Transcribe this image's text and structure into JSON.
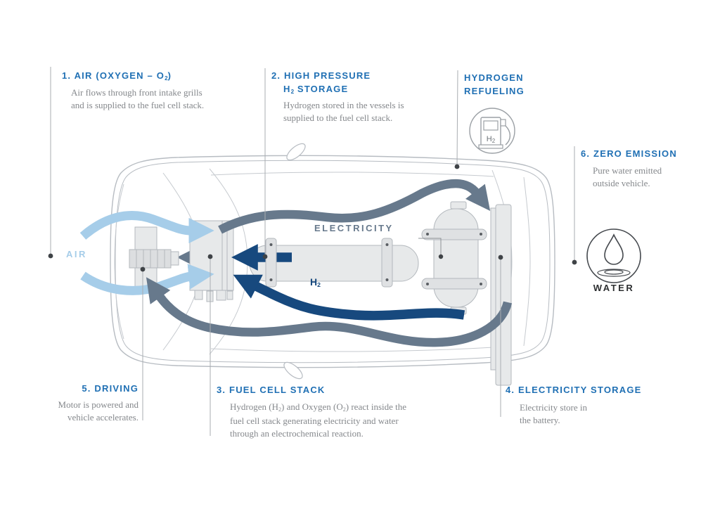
{
  "colors": {
    "heading_blue": "#2070b4",
    "body_text_gray": "#85888c",
    "air_light_blue": "#a6cde9",
    "hydrogen_navy": "#17497e",
    "electricity_slate": "#67798c",
    "car_outline_gray": "#b7bcc2",
    "component_fill": "#e7e9ea",
    "callout_line_gray": "#a9adb1"
  },
  "labels": {
    "air_intake": {
      "title_pre": "1. AIR (OXYGEN – O",
      "title_sub": "2",
      "title_post": ")",
      "desc": "Air flows through front intake grills\nand is supplied to the fuel cell stack."
    },
    "h2_storage": {
      "title_line1": "2. HIGH PRESSURE",
      "line2_pre": "H",
      "line2_sub": "2",
      "line2_post": " STORAGE",
      "desc": "Hydrogen stored in the vessels is\nsupplied to the fuel cell stack."
    },
    "refueling": {
      "title_line1": "HYDROGEN",
      "title_line2": "REFUELING"
    },
    "zero_emission": {
      "title": "6. ZERO EMISSION",
      "desc": "Pure water emitted\noutside vehicle."
    },
    "driving": {
      "title": "5. DRIVING",
      "desc": "Motor is powered and\nvehicle accelerates."
    },
    "fuel_cell": {
      "title": "3. FUEL CELL STACK",
      "desc_pre": "Hydrogen (H",
      "desc_sub1": "2",
      "desc_mid": ") and Oxygen (O",
      "desc_sub2": "2",
      "desc_post": ") react inside the\nfuel cell stack generating electricity and water\nthrough an electrochemical reaction."
    },
    "electricity_storage": {
      "title": "4. ELECTRICITY STORAGE",
      "desc": "Electricity store in\nthe battery."
    }
  },
  "flow": {
    "air": "AIR",
    "electricity": "ELECTRICITY",
    "h2_pre": "H",
    "h2_sub": "2",
    "water": "WATER"
  },
  "icons": {
    "pump_pre": "H",
    "pump_sub": "2",
    "pump_icon": "fuel-pump-icon",
    "water_icon": "water-drop-icon"
  }
}
